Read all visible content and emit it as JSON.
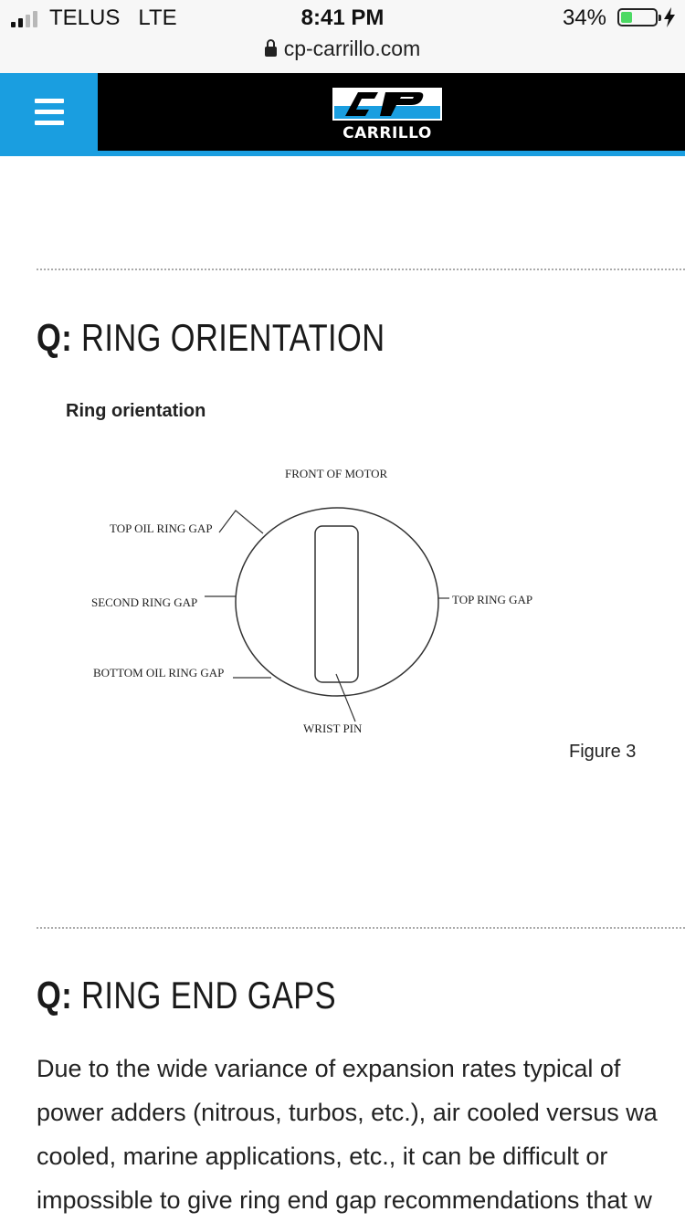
{
  "status_bar": {
    "carrier": "TELUS",
    "network": "LTE",
    "time": "8:41 PM",
    "battery_percent": "34%",
    "url": "cp-carrillo.com",
    "battery_level": 0.34,
    "signal_bars_filled": 2
  },
  "header": {
    "logo_text": "CARRILLO",
    "accent_color": "#1a9ee0",
    "background_color": "#000000"
  },
  "sections": [
    {
      "prefix": "Q:",
      "title": "RING ORIENTATION"
    },
    {
      "prefix": "Q:",
      "title": "RING END GAPS"
    }
  ],
  "figure": {
    "title": "Ring orientation",
    "caption": "Figure 3",
    "labels": {
      "front": "FRONT OF MOTOR",
      "top_oil": "TOP OIL RING GAP",
      "second": "SECOND RING GAP",
      "top_ring": "TOP RING GAP",
      "bottom_oil": "BOTTOM OIL RING GAP",
      "wrist_pin": "WRIST PIN"
    }
  },
  "paragraph_lines": [
    "Due to the wide variance of expansion rates typical of",
    "power adders (nitrous, turbos, etc.), air cooled versus wa",
    "cooled, marine applications, etc., it can be difficult or",
    "impossible to give ring end gap recommendations that w"
  ]
}
